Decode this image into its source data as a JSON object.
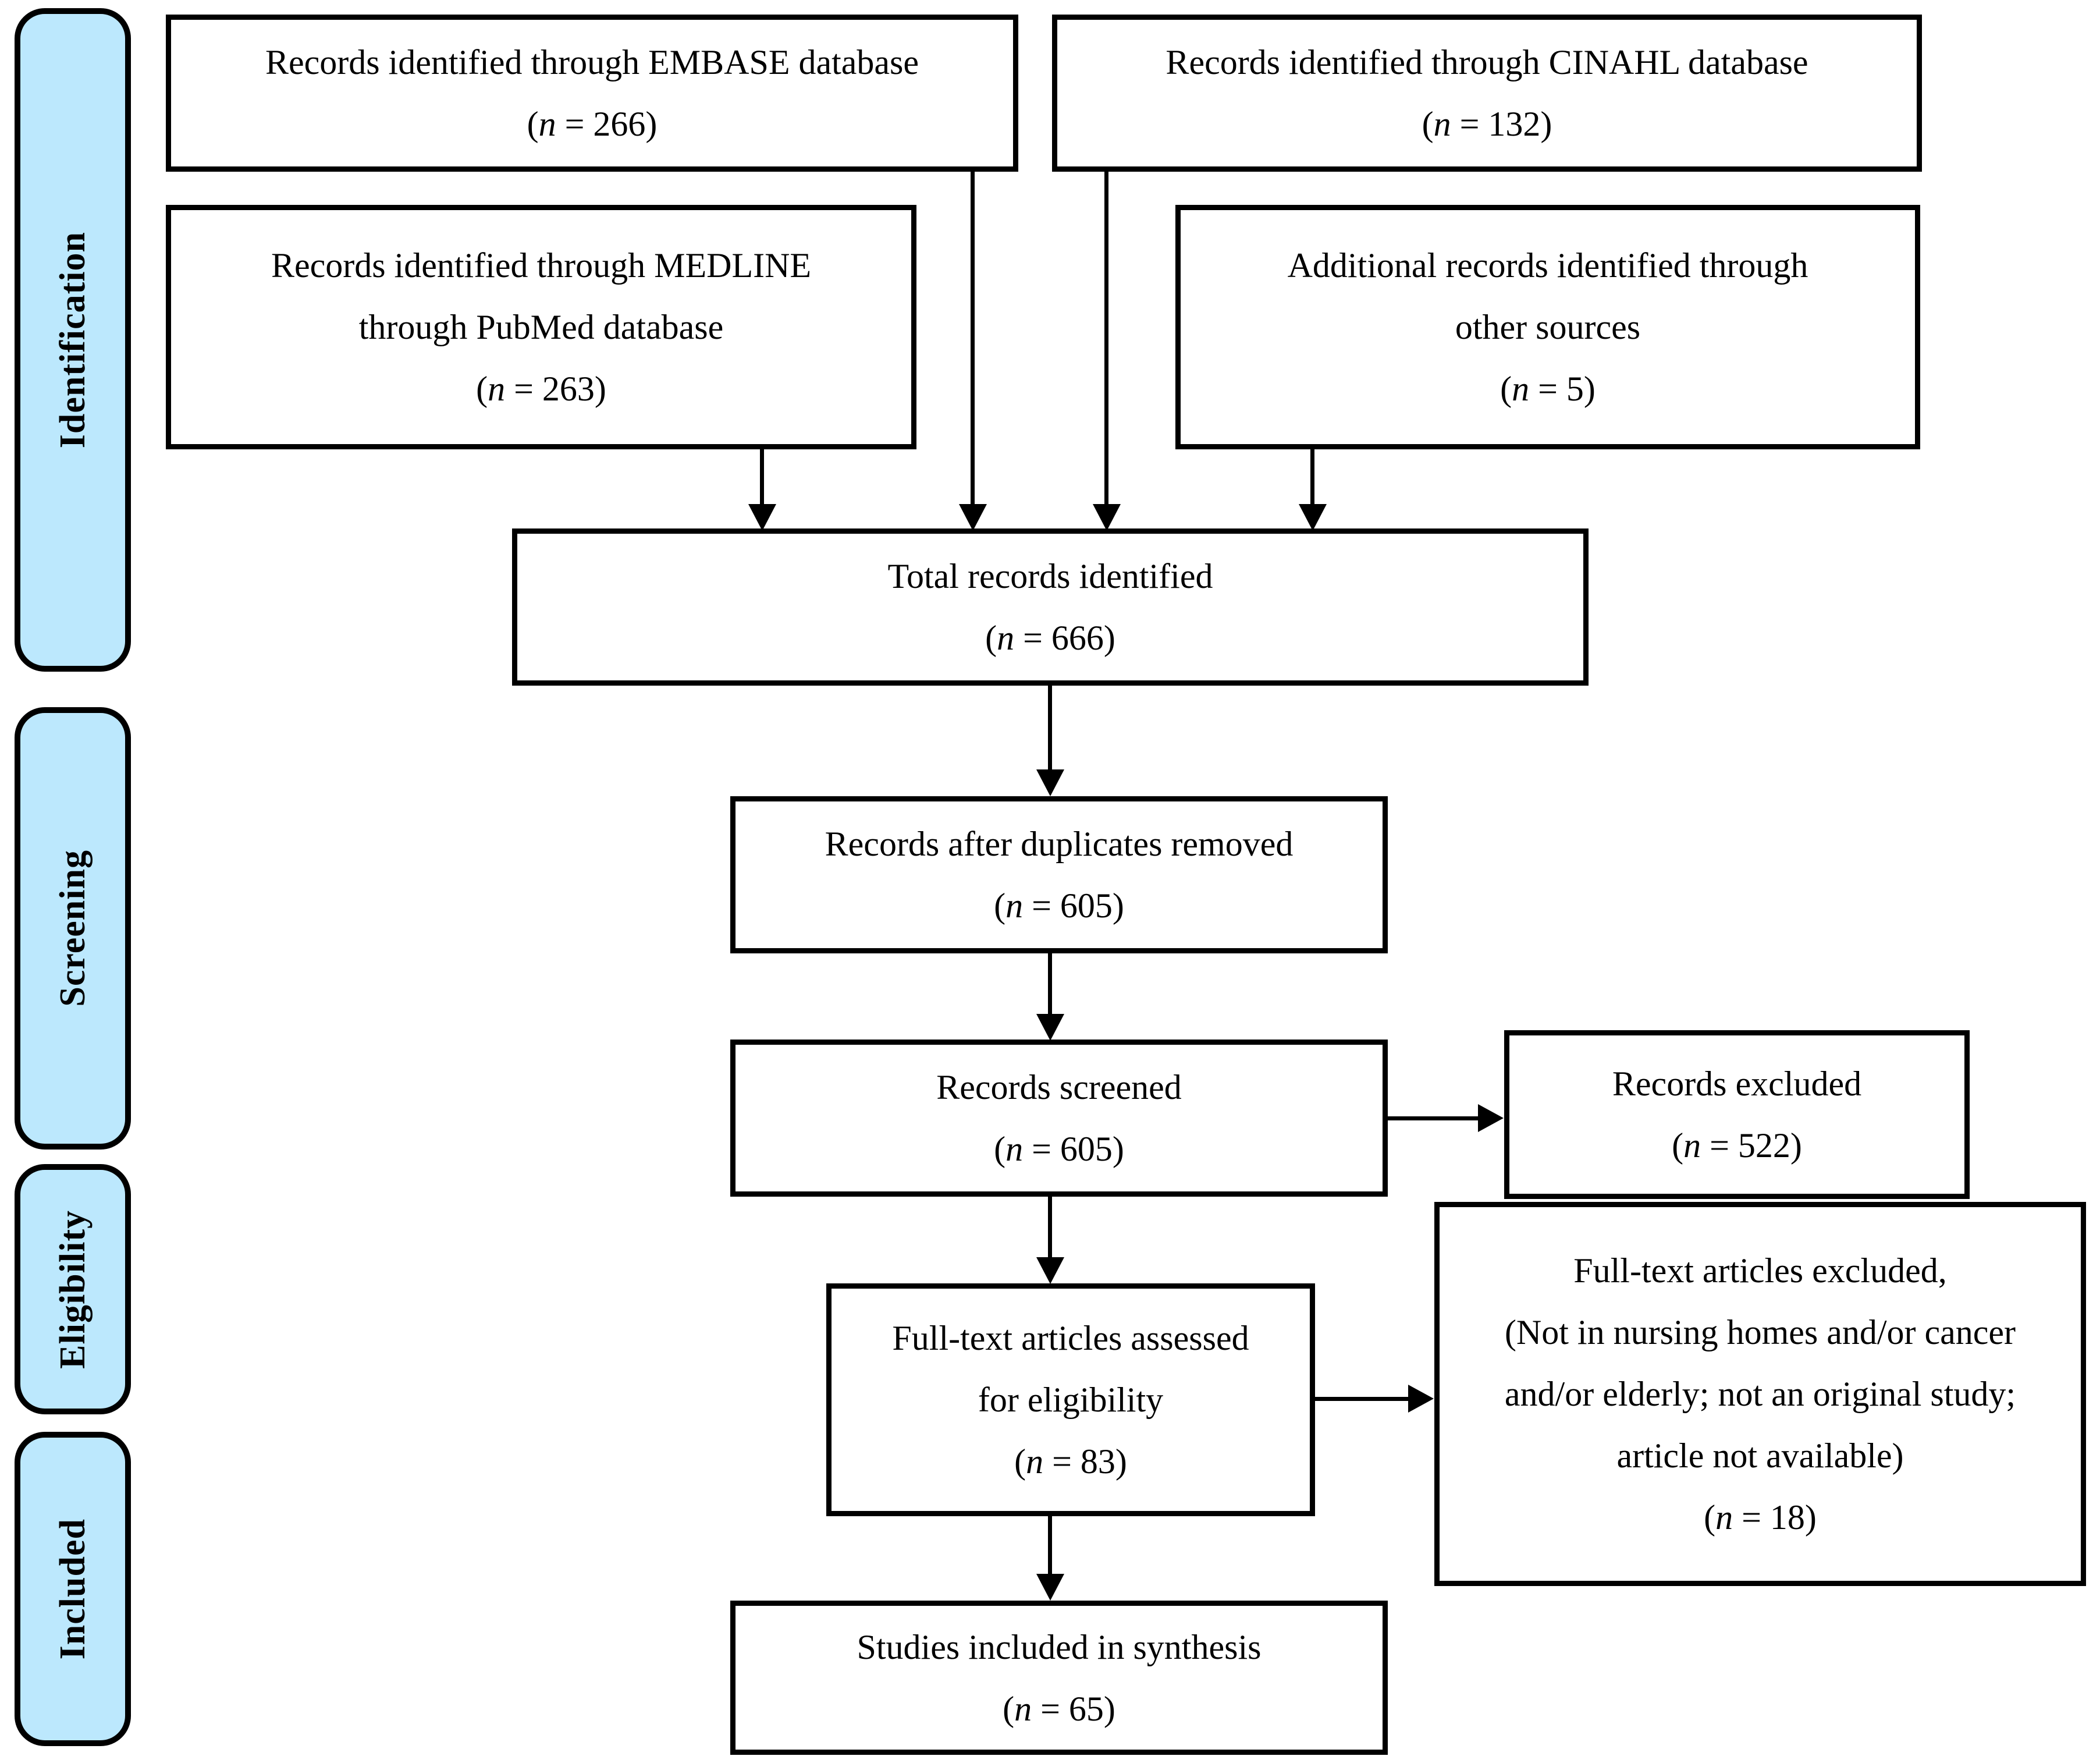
{
  "diagram": {
    "title": "PRISMA flow diagram of study selection",
    "accent_color": "#bce8fd",
    "line_color": "#000000",
    "box_fill": "#ffffff"
  },
  "stages": [
    {
      "id": "identification",
      "label": "Identification"
    },
    {
      "id": "screening",
      "label": "Screening"
    },
    {
      "id": "eligibility",
      "label": "Eligibility"
    },
    {
      "id": "included",
      "label": "Included"
    }
  ],
  "boxes": {
    "embase": {
      "line1": "Records identified through EMBASE database",
      "count_prefix": "(",
      "count_n": "n",
      "count_eq": " = ",
      "count_value": "266",
      "count_suffix": ")",
      "count_text": "(n = 266)"
    },
    "cinahl": {
      "line1": "Records identified through CINAHL database",
      "count_value": "132",
      "count_text": "(n = 132)"
    },
    "medline": {
      "line1": "Records identified through MEDLINE",
      "line2": "through PubMed database",
      "count_value": "263",
      "count_text": "(n = 263)"
    },
    "other_sources": {
      "line1": "Additional records identified through",
      "line2": "other sources",
      "count_value": "5",
      "count_text": "(n = 5)"
    },
    "total_records": {
      "line1": "Total records identified",
      "count_value": "666",
      "count_text": "(n = 666)"
    },
    "duplicates_removed": {
      "line1": "Records after duplicates removed",
      "count_value": "605",
      "count_text": "(n = 605)"
    },
    "records_screened": {
      "line1": "Records screened",
      "count_value": "605",
      "count_text": "(n = 605)"
    },
    "records_excluded": {
      "line1": "Records excluded",
      "count_value": "522",
      "count_text": "(n = 522)"
    },
    "fulltext_assessed": {
      "line1": "Full-text articles assessed",
      "line2": "for eligibility",
      "count_value": "83",
      "count_text": "(n = 83)"
    },
    "fulltext_excluded": {
      "line1": "Full-text articles excluded,",
      "line2": "(Not in nursing homes and/or cancer",
      "line3": "and/or elderly; not an original study;",
      "line4": "article not available)",
      "count_value": "18",
      "count_text": "(n = 18)"
    },
    "studies_included": {
      "line1": "Studies included in synthesis",
      "count_value": "65",
      "count_text": "(n = 65)"
    }
  },
  "chart_data": {
    "type": "diagram",
    "title": "PRISMA flow diagram",
    "nodes": [
      {
        "id": "embase",
        "label": "Records identified through EMBASE database",
        "n": 266,
        "stage": "Identification"
      },
      {
        "id": "cinahl",
        "label": "Records identified through CINAHL database",
        "n": 132,
        "stage": "Identification"
      },
      {
        "id": "medline",
        "label": "Records identified through MEDLINE through PubMed database",
        "n": 263,
        "stage": "Identification"
      },
      {
        "id": "other_sources",
        "label": "Additional records identified through other sources",
        "n": 5,
        "stage": "Identification"
      },
      {
        "id": "total_records",
        "label": "Total records identified",
        "n": 666,
        "stage": "Identification"
      },
      {
        "id": "duplicates_removed",
        "label": "Records after duplicates removed",
        "n": 605,
        "stage": "Screening"
      },
      {
        "id": "records_screened",
        "label": "Records screened",
        "n": 605,
        "stage": "Screening"
      },
      {
        "id": "records_excluded",
        "label": "Records excluded",
        "n": 522,
        "stage": "Screening"
      },
      {
        "id": "fulltext_assessed",
        "label": "Full-text articles assessed for eligibility",
        "n": 83,
        "stage": "Eligibility"
      },
      {
        "id": "fulltext_excluded",
        "label": "Full-text articles excluded, (Not in nursing homes and/or cancer and/or elderly; not an original study; article not available)",
        "n": 18,
        "stage": "Eligibility"
      },
      {
        "id": "studies_included",
        "label": "Studies included in synthesis",
        "n": 65,
        "stage": "Included"
      }
    ],
    "edges": [
      {
        "from": "medline",
        "to": "total_records",
        "direction": "down"
      },
      {
        "from": "embase",
        "to": "total_records",
        "direction": "down"
      },
      {
        "from": "cinahl",
        "to": "total_records",
        "direction": "down"
      },
      {
        "from": "other_sources",
        "to": "total_records",
        "direction": "down"
      },
      {
        "from": "total_records",
        "to": "duplicates_removed",
        "direction": "down"
      },
      {
        "from": "duplicates_removed",
        "to": "records_screened",
        "direction": "down"
      },
      {
        "from": "records_screened",
        "to": "records_excluded",
        "direction": "right"
      },
      {
        "from": "records_screened",
        "to": "fulltext_assessed",
        "direction": "down"
      },
      {
        "from": "fulltext_assessed",
        "to": "fulltext_excluded",
        "direction": "right"
      },
      {
        "from": "fulltext_assessed",
        "to": "studies_included",
        "direction": "down"
      }
    ]
  }
}
